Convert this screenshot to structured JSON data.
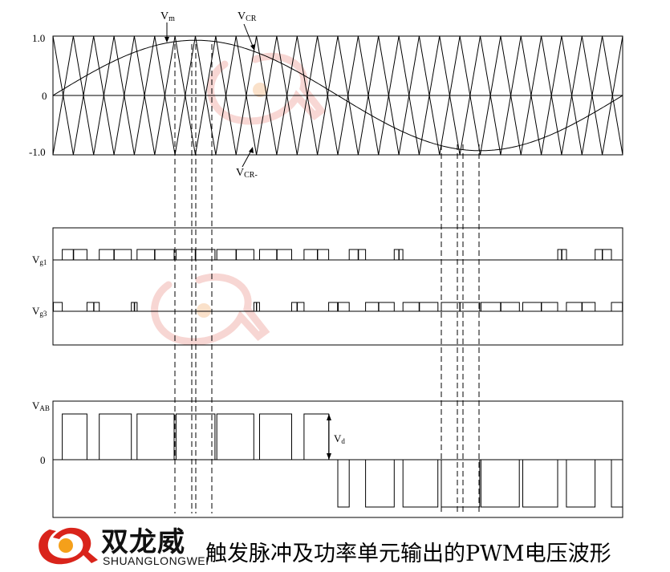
{
  "labels": {
    "vm": "V",
    "vm_sub": "m",
    "vcr": "V",
    "vcr_sub": "CR",
    "vcrm": "V",
    "vcrm_sub": "CR-",
    "vg1": "V",
    "vg1_sub": "g1",
    "vg3": "V",
    "vg3_sub": "g3",
    "vab": "V",
    "vab_sub": "AB",
    "vd": "V",
    "vd_sub": "d"
  },
  "axis": {
    "y_top": "1.0",
    "y_zero": "0",
    "y_bottom": "-1.0",
    "vab_zero": "0"
  },
  "brand": {
    "name_cn": "双龙威",
    "name_en": "SHUANGLONGWEI",
    "primary_color": "#d9241b",
    "accent_color": "#f5a01a"
  },
  "caption": "触发脉冲及功率单元输出的PWM电压波形",
  "chart_data": {
    "type": "diagram",
    "carrier_periods": 14,
    "modulation_amplitude": 0.93,
    "y_range": [
      -1.0,
      1.0
    ],
    "watermark_color": "#f2b6b0"
  }
}
